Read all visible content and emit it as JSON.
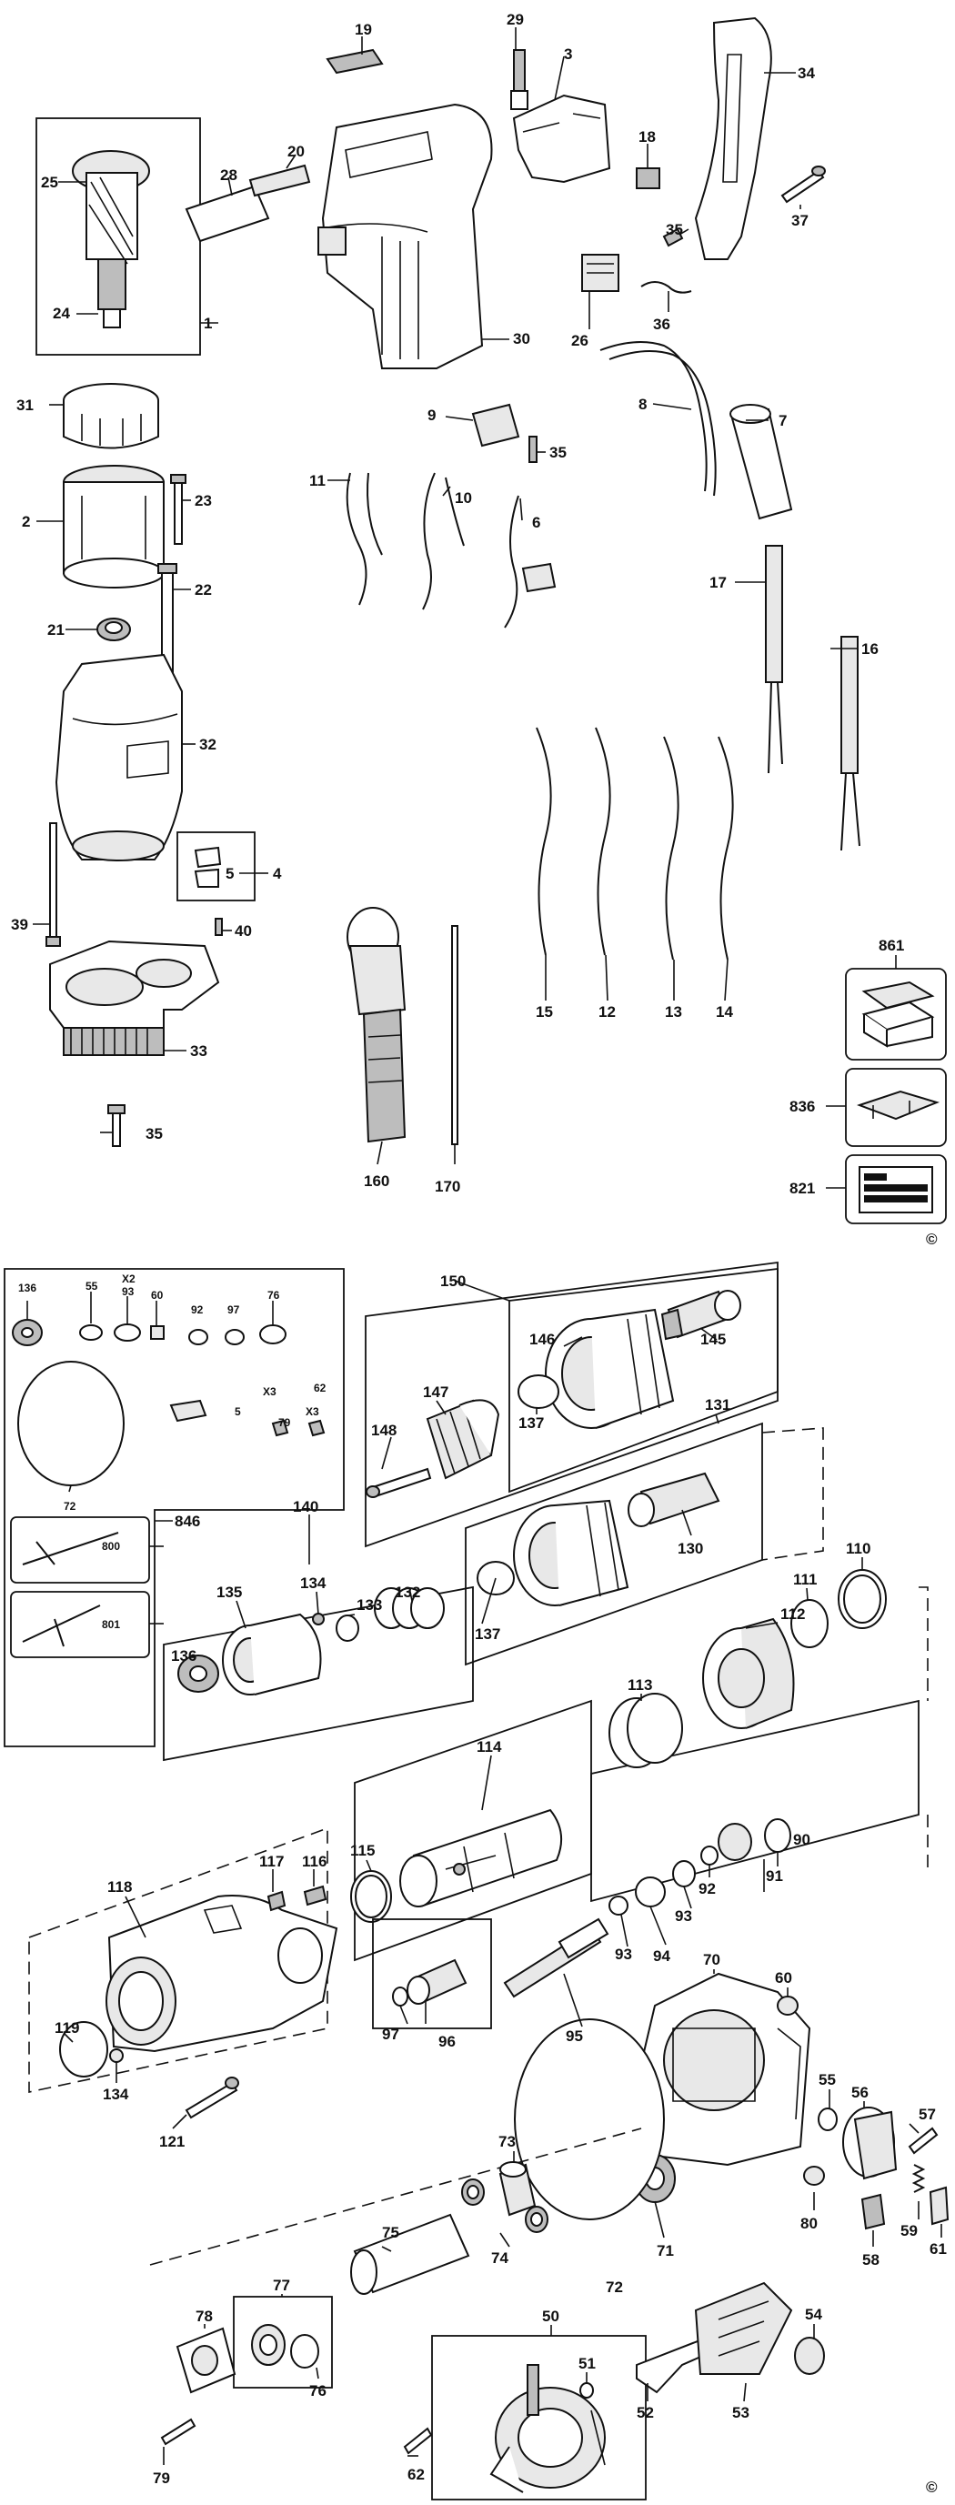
{
  "top": {
    "labels": {
      "p19": "19",
      "p29": "29",
      "p3": "3",
      "p34": "34",
      "p25": "25",
      "p28": "28",
      "p20": "20",
      "p18": "18",
      "p37": "37",
      "p35a": "35",
      "p24": "24",
      "p1": "1",
      "p30": "30",
      "p26": "26",
      "p36": "36",
      "p31": "31",
      "p9": "9",
      "p35b": "35",
      "p8": "8",
      "p7": "7",
      "p2": "2",
      "p23": "23",
      "p11": "11",
      "p10": "10",
      "p6": "6",
      "p22": "22",
      "p17": "17",
      "p21": "21",
      "p16": "16",
      "p32": "32",
      "p5": "5",
      "p4": "4",
      "p39": "39",
      "p40": "40",
      "p15": "15",
      "p12": "12",
      "p13": "13",
      "p14": "14",
      "p861": "861",
      "p33": "33",
      "p836": "836",
      "p35c": "35",
      "p160": "160",
      "p170": "170",
      "p821": "821"
    },
    "copyright": "©"
  },
  "bottom": {
    "labels": {
      "k136a": "136",
      "k55a": "55",
      "k93a": "93",
      "k60a": "60",
      "k92a": "92",
      "k97a": "97",
      "k76a": "76",
      "k5a": "5",
      "k79a": "79",
      "k62a": "62",
      "k72a": "72",
      "k846": "846",
      "k800": "800",
      "k801": "801",
      "k150": "150",
      "k146": "146",
      "k145": "145",
      "k147": "147",
      "k148": "148",
      "k137a": "137",
      "k131": "131",
      "k130": "130",
      "k140": "140",
      "k110": "110",
      "k111": "111",
      "k132": "132",
      "k134a": "134",
      "k133": "133",
      "k137b": "137",
      "k135": "135",
      "k112": "112",
      "k136b": "136",
      "k113": "113",
      "k114": "114",
      "k91": "91",
      "k90": "90",
      "k92b": "92",
      "k93b": "93",
      "k93c": "93",
      "k94": "94",
      "k115": "115",
      "k118": "118",
      "k117": "117",
      "k116": "116",
      "k95": "95",
      "k70": "70",
      "k60b": "60",
      "k119": "119",
      "k134b": "134",
      "k97b": "97",
      "k96": "96",
      "k55b": "55",
      "k56": "56",
      "k57": "57",
      "k121": "121",
      "k73": "73",
      "k72b": "72",
      "k80": "80",
      "k59": "59",
      "k75": "75",
      "k71": "71",
      "k58": "58",
      "k61": "61",
      "k77": "77",
      "k74": "74",
      "k54": "54",
      "k78": "78",
      "k76b": "76",
      "k50": "50",
      "k51": "51",
      "k52": "52",
      "k53": "53",
      "k62b": "62",
      "k79b": "79"
    },
    "qty": {
      "x2": "X2",
      "x3a": "X3",
      "x3b": "X3"
    },
    "copyright": "©"
  }
}
